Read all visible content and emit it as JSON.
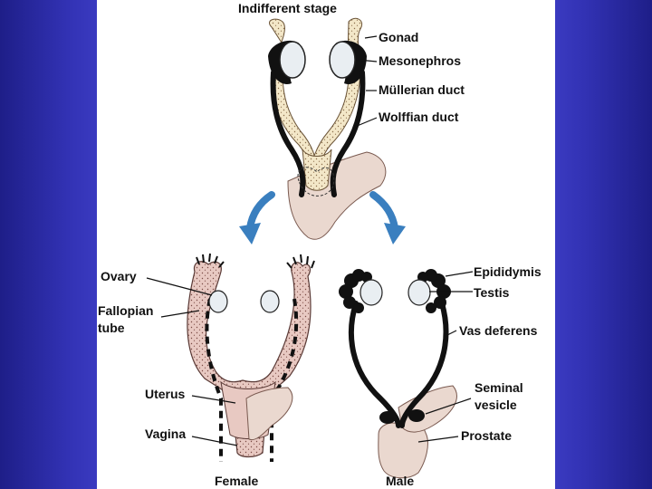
{
  "diagram": {
    "title": "Indifferent stage",
    "top_labels": {
      "gonad": "Gonad",
      "mesonephros": "Mesonephros",
      "mullerian": "Müllerian duct",
      "wolffian": "Wolffian duct"
    },
    "female": {
      "caption": "Female",
      "ovary": "Ovary",
      "fallopian_line1": "Fallopian",
      "fallopian_line2": "tube",
      "uterus": "Uterus",
      "vagina": "Vagina"
    },
    "male": {
      "caption": "Male",
      "epididymis": "Epididymis",
      "testis": "Testis",
      "vas": "Vas deferens",
      "seminal_line1": "Seminal",
      "seminal_line2": "vesicle",
      "prostate": "Prostate"
    }
  },
  "colors": {
    "side_panel": "#2a2a9a",
    "mullerian_fill": "#f3e7c8",
    "female_tract_fill": "#e8c9c2",
    "sinus_fill": "#ead8cf",
    "arrow": "#3a7fbf"
  },
  "icons": [
    "arrow-down-left-icon",
    "arrow-down-right-icon"
  ]
}
